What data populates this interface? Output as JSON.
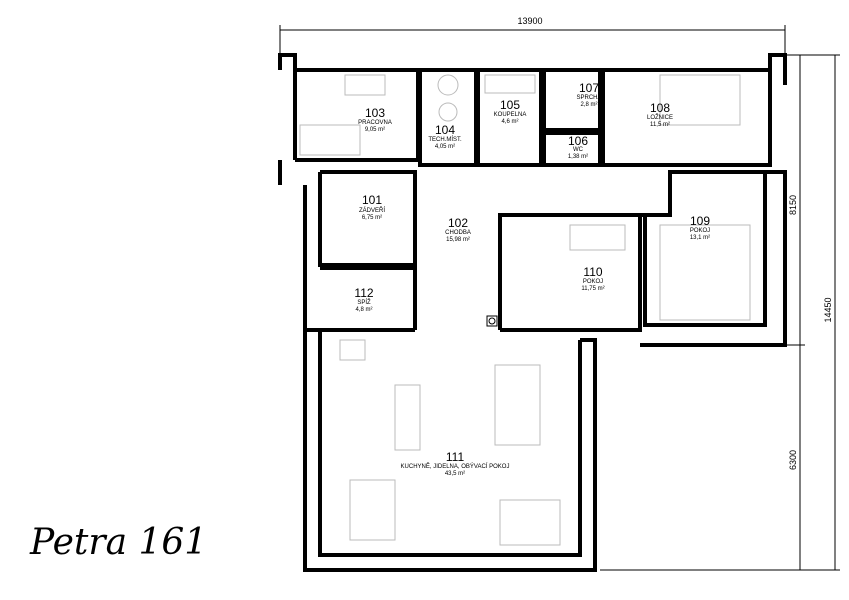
{
  "title": "Petra 161",
  "dimensions": {
    "top": "13900",
    "right_upper": "8150",
    "right_total": "14450",
    "right_lower": "6300"
  },
  "rooms": [
    {
      "num": "101",
      "name": "ZÁDVEŘÍ",
      "area": "6,75 m²"
    },
    {
      "num": "102",
      "name": "CHODBA",
      "area": "15,98 m²"
    },
    {
      "num": "103",
      "name": "PRACOVNA",
      "area": "9,05 m²"
    },
    {
      "num": "104",
      "name": "TECH.MÍST.",
      "area": "4,05 m²"
    },
    {
      "num": "105",
      "name": "KOUPELNA",
      "area": "4,6 m²"
    },
    {
      "num": "106",
      "name": "WC",
      "area": "1,38 m²"
    },
    {
      "num": "107",
      "name": "SPRCHA",
      "area": "2,8 m²"
    },
    {
      "num": "108",
      "name": "LOŽNICE",
      "area": "11,5 m²"
    },
    {
      "num": "109",
      "name": "POKOJ",
      "area": "13,1 m²"
    },
    {
      "num": "110",
      "name": "POKOJ",
      "area": "11,75 m²"
    },
    {
      "num": "111",
      "name": "KUCHYNĚ, JIDELNA, OBÝVACÍ POKOJ",
      "area": "43,5 m²"
    },
    {
      "num": "112",
      "name": "SPÍŽ",
      "area": "4,8 m²"
    }
  ]
}
